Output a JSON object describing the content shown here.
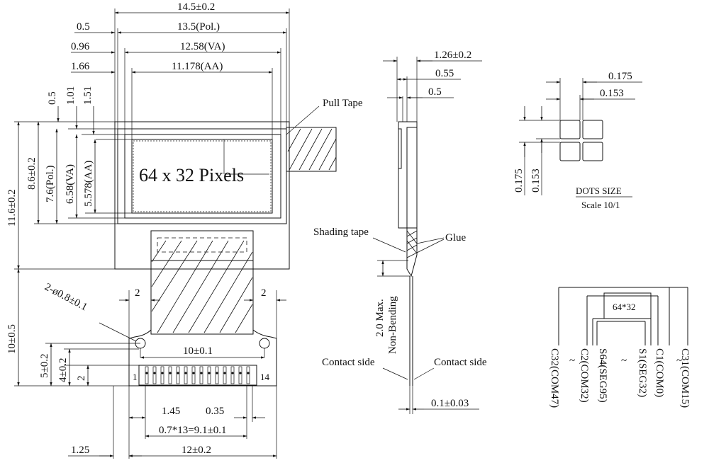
{
  "front_view": {
    "dims_top": [
      "14.5±0.2",
      "13.5(Pol.)",
      "12.58(VA)",
      "11.178(AA)"
    ],
    "dims_top_left": [
      "0.5",
      "0.96",
      "1.66"
    ],
    "dims_vert_top": [
      "0.5",
      "1.01",
      "1.51"
    ],
    "dims_left": [
      "11.6±0.2",
      "8.6±0.2",
      "7.6(Pol.)",
      "6.58(VA)",
      "5.578(AA)",
      "10±0.5"
    ],
    "display_text": "64 x 32 Pixels",
    "pull_tape": "Pull Tape",
    "hole_label": "2-ø0.8±0.1",
    "dims_tail": [
      "2",
      "2",
      "10±0.1",
      "5±0.2",
      "4±0.2",
      "2"
    ],
    "pin_first": "1",
    "pin_last": "14",
    "dims_bottom": [
      "1.45",
      "0.35",
      "0.7*13=9.1±0.1",
      "1.25",
      "12±0.2"
    ]
  },
  "side_view": {
    "dims": [
      "1.26±0.2",
      "0.55",
      "0.5"
    ],
    "shading_tape": "Shading tape",
    "glue": "Glue",
    "bend_note": [
      "2.0 Max.",
      "Non-Bending"
    ],
    "contact_left": "Contact side",
    "contact_right": "Contact side",
    "thickness": "0.1±0.03"
  },
  "dots": {
    "dims_h": [
      "0.175",
      "0.153"
    ],
    "dims_v": [
      "0.175",
      "0.153"
    ],
    "title": "DOTS SIZE",
    "scale": "Scale 10/1"
  },
  "pinmap": {
    "matrix": "64*32",
    "tilde": "~",
    "labels": [
      "C32(COM47)",
      "C2(COM32)",
      "S64(SEG95)",
      "S1(SEG32)",
      "C1(COM0)",
      "C31(COM15)"
    ]
  }
}
